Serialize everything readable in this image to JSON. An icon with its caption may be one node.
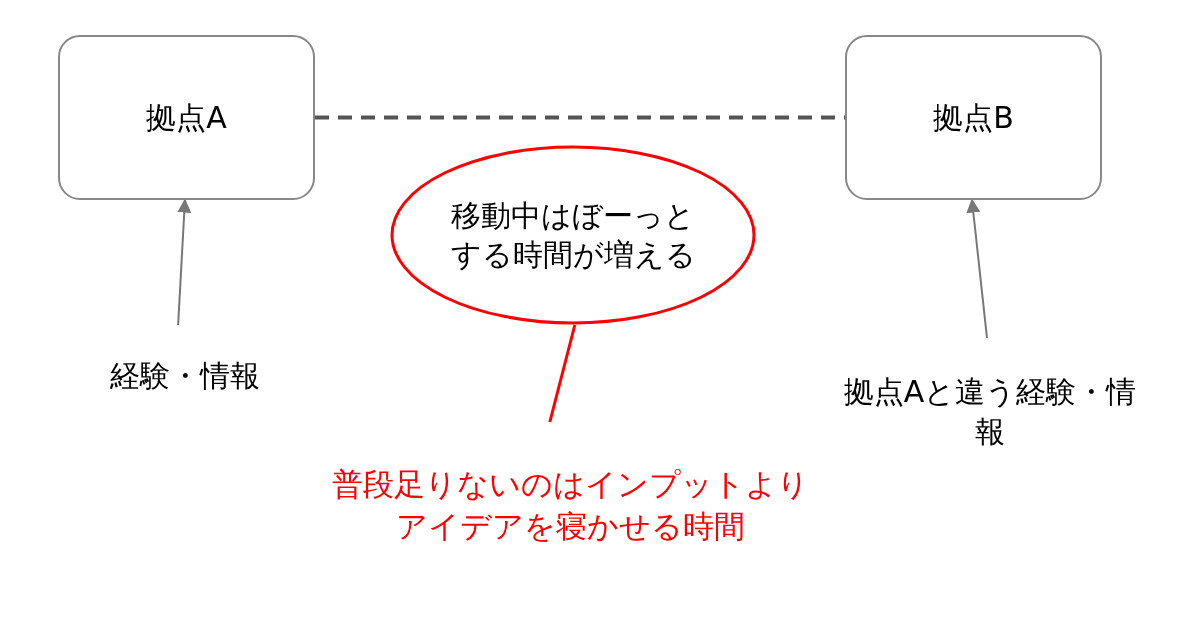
{
  "diagram": {
    "nodes": [
      {
        "text": [
          "拠点A"
        ]
      },
      {
        "text": [
          "拠点B"
        ]
      },
      {
        "text": [
          "移動中はぼーっとする時間が増える"
        ]
      },
      {
        "text": [
          "経験・情報"
        ]
      },
      {
        "text": [
          "拠点Aと違う経験・情報"
        ]
      },
      {
        "text": [
          "普段足りないのはインプットよりアイデアを寝かせる時間"
        ]
      }
    ],
    "edges": [
      {
        "from": 0,
        "to": 1,
        "arrow": "none",
        "style": "dashed",
        "color": "#555555"
      },
      {
        "from": 3,
        "to": 0,
        "arrow": "to"
      },
      {
        "from": 4,
        "to": 1,
        "arrow": "to"
      },
      {
        "from": 5,
        "to": 2,
        "arrow": "none",
        "color": "#ff0000"
      }
    ]
  }
}
